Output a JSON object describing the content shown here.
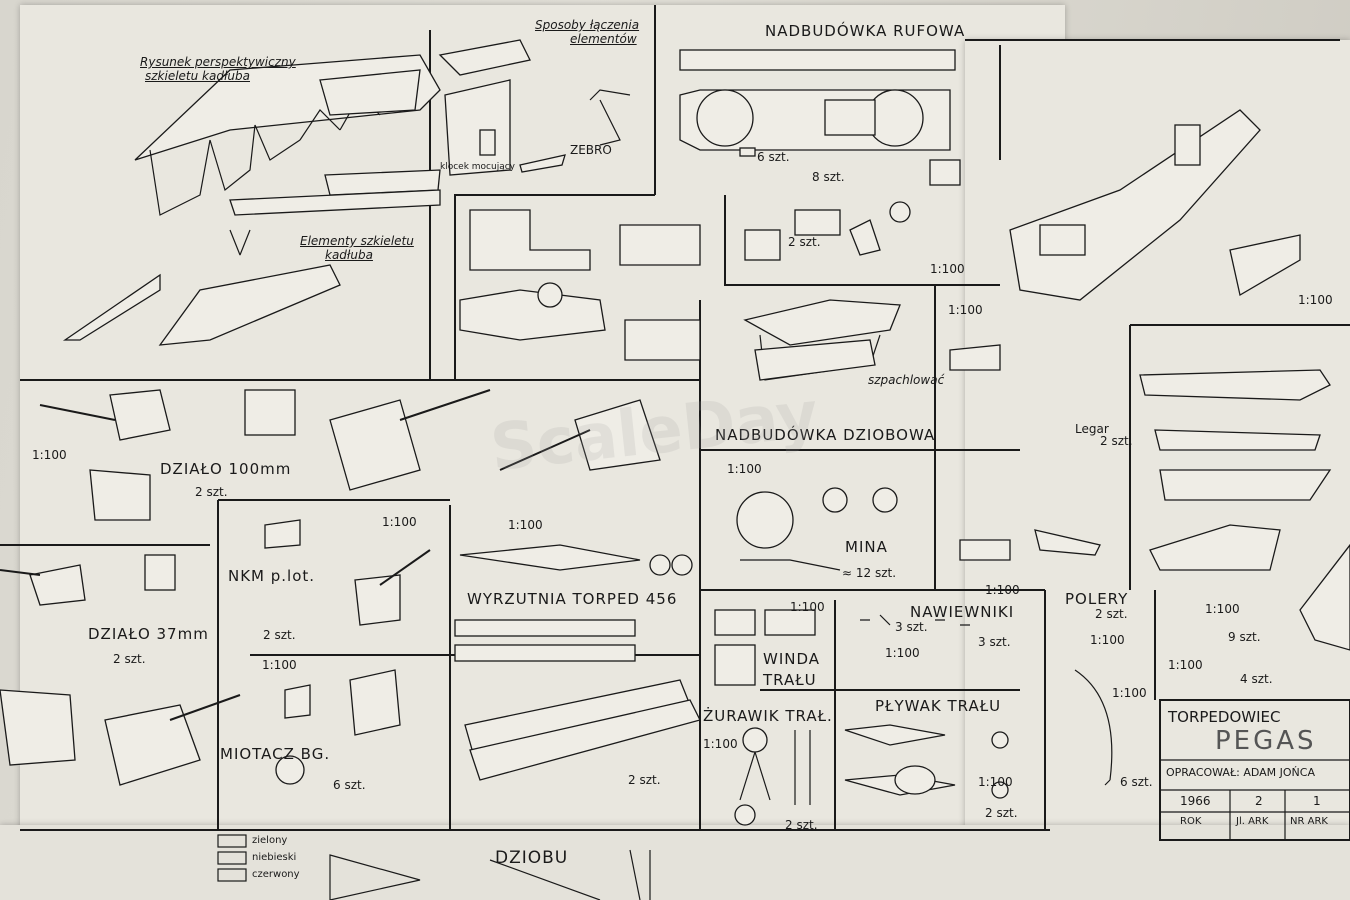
{
  "labels": {
    "sposoby": "Sposoby łączenia",
    "elementow": "elementów",
    "rysunek": "Rysunek perspektywiczny",
    "szkieletu": "szkieletu kadłuba",
    "elementy": "Elementy szkieletu",
    "kadluba": "kadłuba",
    "zebro": "ZEBRO",
    "klocek": "klocek mocujący",
    "nadb_rufowa": "NADBUDÓWKA RUFOWA",
    "nadb_dziobowa": "NADBUDÓWKA DZIOBOWA",
    "szpachlowac": "szpachlować",
    "dzialo100": "DZIAŁO 100mm",
    "dzialo37": "DZIAŁO 37mm",
    "nkm": "NKM p.lot.",
    "wyrzutnia": "WYRZUTNIA TORPED 456",
    "mina": "MINA",
    "mina_count": "≈ 12 szt.",
    "miotacz": "MIOTACZ BG.",
    "winda": "WINDA",
    "tralu": "TRAŁU",
    "zurawik": "ŻURAWIK TRAŁ.",
    "plywak": "PŁYWAK TRAŁU",
    "nawiewniki": "NAWIEWNIKI",
    "polery": "POLERY",
    "legar": "Legar",
    "dziobu": "DZIOBU"
  },
  "scale": "1:100",
  "counts": {
    "two": "2 szt.",
    "three": "3 szt.",
    "four": "4 szt.",
    "six": "6 szt.",
    "eight": "8 szt.",
    "nine": "9 szt."
  },
  "legend": [
    "zielony",
    "niebieski",
    "czerwony"
  ],
  "title_block": {
    "type": "TORPEDOWIEC",
    "name": "PEGAS",
    "author": "OPRACOWAŁ: ADAM JOŃCA",
    "year": "1966",
    "sheet": "2",
    "sheets": "1",
    "rok": "ROK",
    "ark": "Jl. ARK",
    "nr_ark": "NR ARK"
  },
  "watermark": "ScaleDay",
  "colors": {
    "paper": "#e9e7df",
    "ink": "#1a1a1a",
    "background": "#cfccc4"
  }
}
